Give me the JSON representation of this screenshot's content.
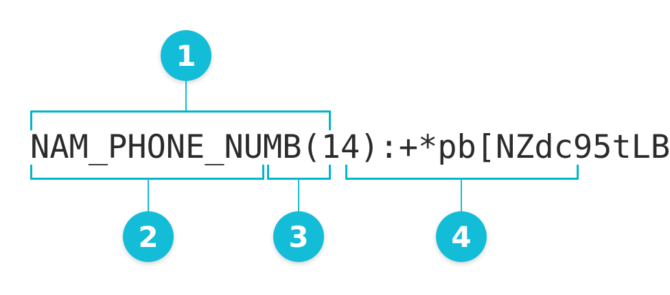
{
  "diagram": {
    "title_text": "NAM_PHONE_NUMB(14):+*pb[NZdc95tLB",
    "accent_color": "#00b4d0",
    "badge_color": "#13bcd7",
    "text_color": "#2b2b2b",
    "background_color": "#ffffff",
    "segments": [
      {
        "id": "seg-field-name",
        "text": "NAM_PHONE_NUMB"
      },
      {
        "id": "seg-length",
        "text": "(14)"
      },
      {
        "id": "seg-value",
        "text": ":+*pb[NZdc95tLB"
      }
    ],
    "callouts": [
      {
        "number": "1",
        "covers": "NAM_PHONE_NUMB(14)",
        "position": "above"
      },
      {
        "number": "2",
        "covers": "NAM_PHONE_NUMB",
        "position": "below"
      },
      {
        "number": "3",
        "covers": "(14)",
        "position": "below"
      },
      {
        "number": "4",
        "covers": ":+*pb[NZdc95tLB",
        "position": "below"
      }
    ]
  }
}
